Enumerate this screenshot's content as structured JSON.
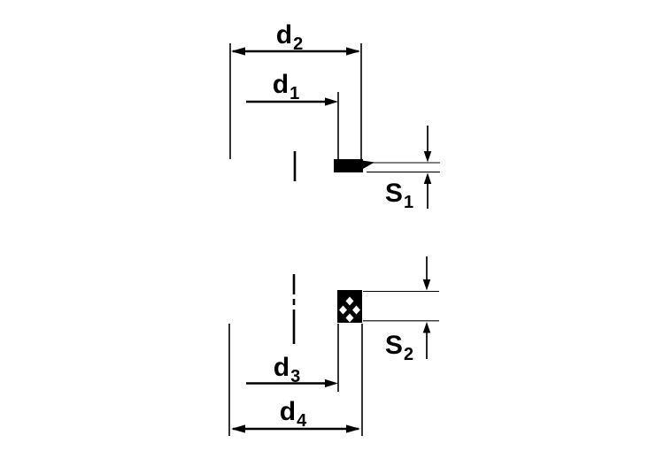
{
  "drawing": {
    "type": "technical-dimension-drawing",
    "background": "#ffffff",
    "line_color": "#000000",
    "views": [
      {
        "id": "top-washer-section",
        "dimension_labels": [
          "d2",
          "d1",
          "S1"
        ]
      },
      {
        "id": "bottom-washer-section",
        "dimension_labels": [
          "S2",
          "d3",
          "d4"
        ]
      }
    ],
    "labels": {
      "d2": {
        "base": "d",
        "sub": "2"
      },
      "d1": {
        "base": "d",
        "sub": "1"
      },
      "s1": {
        "base": "S",
        "sub": "1"
      },
      "s2": {
        "base": "S",
        "sub": "2"
      },
      "d3": {
        "base": "d",
        "sub": "3"
      },
      "d4": {
        "base": "d",
        "sub": "4"
      }
    }
  }
}
